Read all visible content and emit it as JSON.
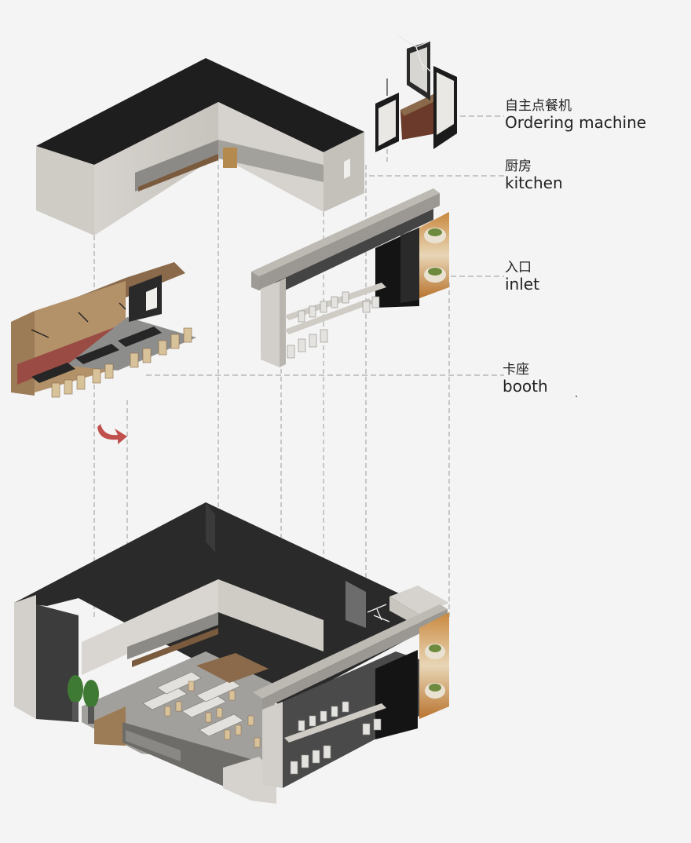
{
  "labels": {
    "ordering": {
      "zh": "自主点餐机",
      "en": "Ordering machine"
    },
    "kitchen": {
      "zh": "厨房",
      "en": "kitchen"
    },
    "inlet": {
      "zh": "入口",
      "en": "inlet"
    },
    "booth": {
      "zh": "卡座",
      "en": "booth"
    }
  },
  "colors": {
    "background": "#f4f4f4",
    "roof": "#1e1e1e",
    "wall_light": "#d9d6d1",
    "wall_mid": "#bdb9b3",
    "wood": "#8a6a4a",
    "booth_red": "#9a4b43",
    "concrete": "#7a7a7a",
    "dashed": "#9a9a9a",
    "arrow": "#c0504d"
  }
}
